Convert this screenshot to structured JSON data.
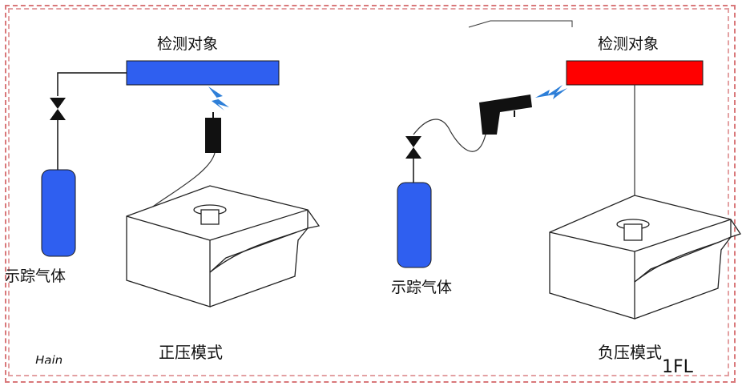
{
  "left": {
    "object_label": "检测对象",
    "gas_label": "示踪气体",
    "mode_label": "正压模式"
  },
  "right": {
    "object_label": "检测对象",
    "gas_label": "示踪气体",
    "mode_label": "负压模式"
  },
  "fragments": {
    "bottom_left": "Hain",
    "bottom_right": "1FL"
  },
  "colors": {
    "left_object": "#2f5ff0",
    "right_object": "#ff0000",
    "cylinder": "#2f5ff0",
    "spark": "#2e7fd8",
    "frame": "#d9787a"
  }
}
